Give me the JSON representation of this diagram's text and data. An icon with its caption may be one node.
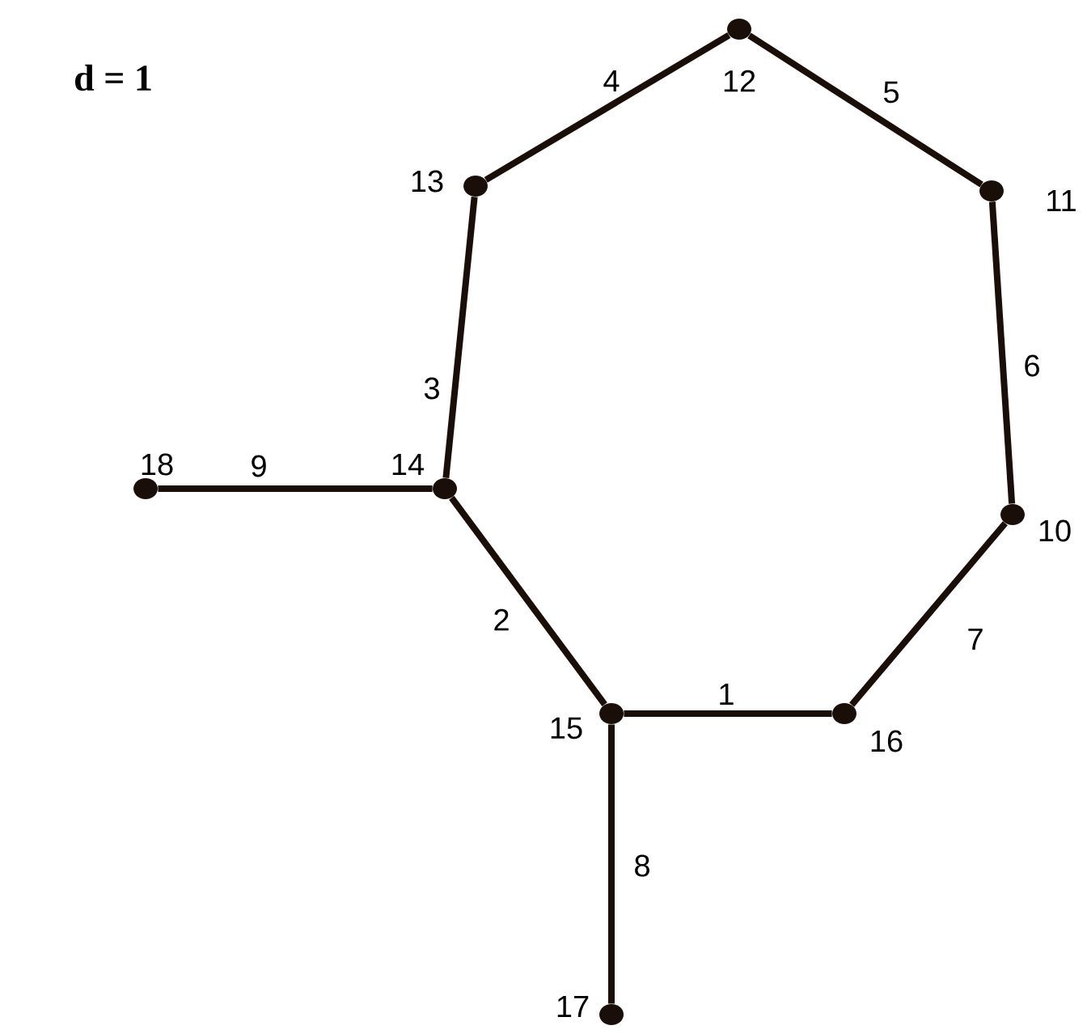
{
  "diagram": {
    "nodes": [
      {
        "text": [],
        "shape": "circle",
        "beside": [
          "12"
        ]
      },
      {
        "text": [],
        "shape": "circle",
        "beside": [
          "13"
        ]
      },
      {
        "text": [],
        "shape": "circle",
        "beside": [
          "11"
        ]
      },
      {
        "text": [],
        "shape": "circle",
        "beside": [
          "18"
        ]
      },
      {
        "text": [],
        "shape": "circle",
        "beside": [
          "14"
        ]
      },
      {
        "text": [],
        "shape": "circle",
        "beside": [
          "10"
        ]
      },
      {
        "text": [],
        "shape": "circle",
        "beside": [
          "15"
        ]
      },
      {
        "text": [],
        "shape": "circle",
        "beside": [
          "16"
        ]
      },
      {
        "text": [],
        "shape": "circle",
        "beside": [
          "17"
        ]
      }
    ],
    "edges": [
      {
        "from": 6,
        "to": 7,
        "arrow": "none",
        "label": "1"
      },
      {
        "from": 4,
        "to": 6,
        "arrow": "none",
        "label": "2"
      },
      {
        "from": 1,
        "to": 4,
        "arrow": "none",
        "label": "3"
      },
      {
        "from": 1,
        "to": 0,
        "arrow": "none",
        "label": "4"
      },
      {
        "from": 0,
        "to": 2,
        "arrow": "none",
        "label": "5"
      },
      {
        "from": 2,
        "to": 5,
        "arrow": "none",
        "label": "6"
      },
      {
        "from": 5,
        "to": 7,
        "arrow": "none",
        "label": "7"
      },
      {
        "from": 6,
        "to": 8,
        "arrow": "none",
        "label": "8"
      },
      {
        "from": 3,
        "to": 4,
        "arrow": "none",
        "label": "9"
      }
    ],
    "labels": [
      "d = 1"
    ]
  }
}
